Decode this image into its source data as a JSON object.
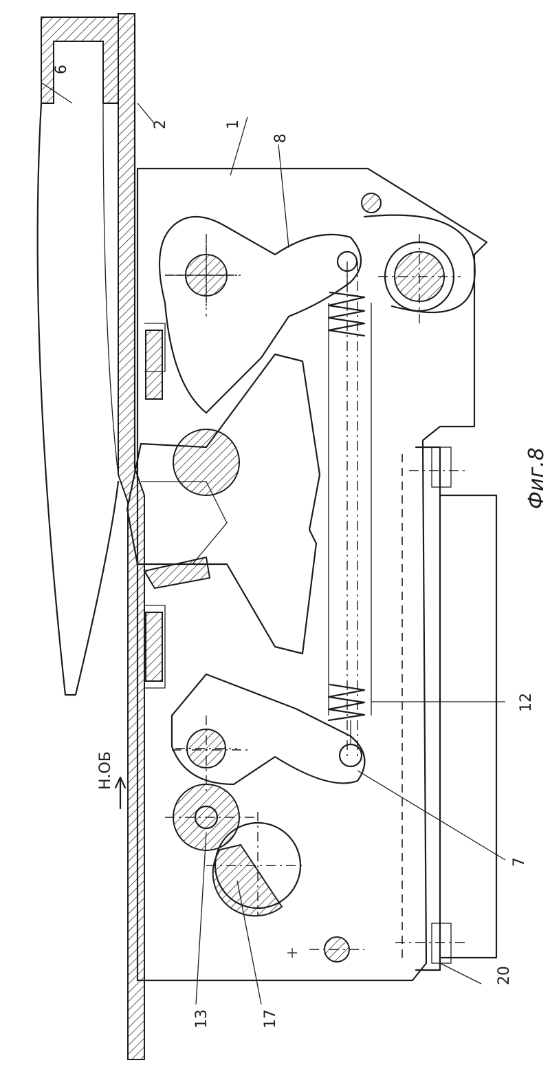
{
  "figure": {
    "caption": "Фиг.8",
    "labels": {
      "l1": "1",
      "l2": "2",
      "l6": "6",
      "l7": "7",
      "l8": "8",
      "l12": "12",
      "l13": "13",
      "l17": "17",
      "l20": "20",
      "direction": "Н.ОБ"
    }
  }
}
